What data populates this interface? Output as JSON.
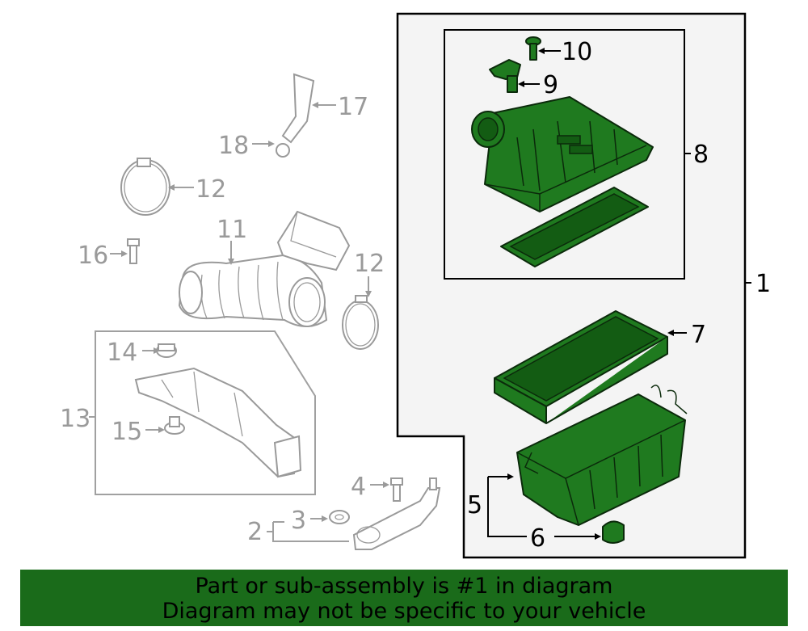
{
  "callouts": {
    "c1": "1",
    "c2": "2",
    "c3": "3",
    "c4": "4",
    "c5": "5",
    "c6": "6",
    "c7": "7",
    "c8": "8",
    "c9": "9",
    "c10": "10",
    "c11": "11",
    "c12a": "12",
    "c12b": "12",
    "c13": "13",
    "c14": "14",
    "c15": "15",
    "c16": "16",
    "c17": "17",
    "c18": "18"
  },
  "notice": {
    "line1": "Part or sub-assembly is #1 in diagram",
    "line2": "Diagram may not be specific to your vehicle"
  },
  "colors": {
    "highlight": "#1f7a1f",
    "banner": "#1a6b1a",
    "muted": "#9a9a9a"
  }
}
